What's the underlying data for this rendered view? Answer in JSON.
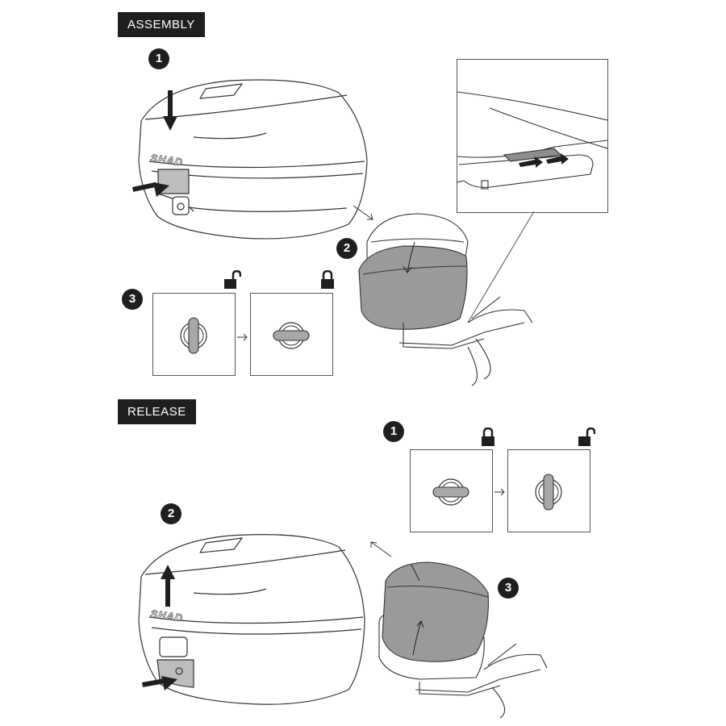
{
  "sections": {
    "assembly": {
      "label": "ASSEMBLY",
      "steps": [
        "1",
        "2",
        "3"
      ]
    },
    "release": {
      "label": "RELEASE",
      "steps": [
        "1",
        "2",
        "3"
      ]
    }
  },
  "brand": "SHAD",
  "icons": {
    "unlocked": "padlock-open-icon",
    "locked": "padlock-closed-icon",
    "arrow": "arrow-icon"
  },
  "colors": {
    "tag_bg": "#1f1f1f",
    "tag_text": "#ffffff",
    "shade": "#9a9a9a",
    "line": "#333333"
  }
}
